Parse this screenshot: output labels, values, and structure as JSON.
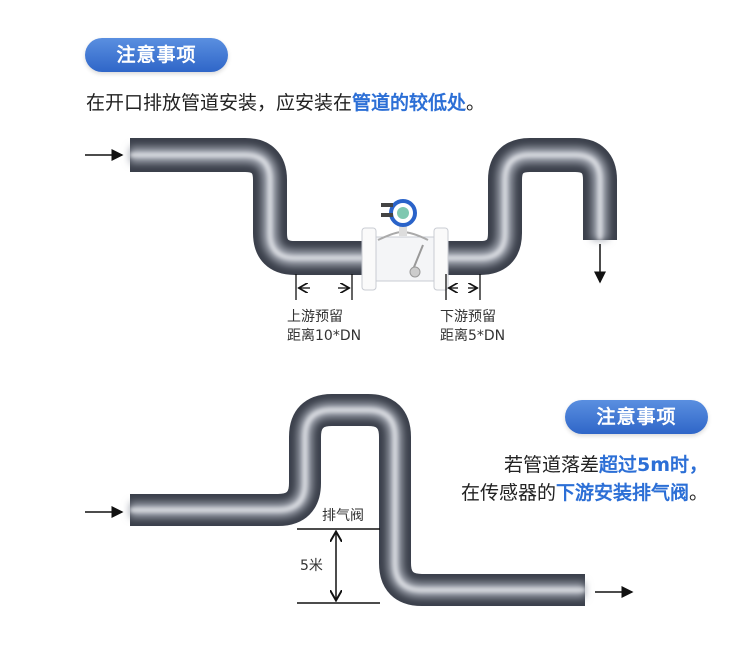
{
  "section1": {
    "badge": "注意事项",
    "text_prefix": "在开口排放管道安装，应安装在",
    "text_highlight": "管道的较低处",
    "text_suffix": "。",
    "upstream_line1": "上游预留",
    "upstream_line2": "距离10*DN",
    "downstream_line1": "下游预留",
    "downstream_line2": "距离5*DN"
  },
  "section2": {
    "badge": "注意事项",
    "line1_prefix": "若管道落差",
    "line1_highlight": "超过5m时，",
    "line2_prefix": "在传感器的",
    "line2_highlight": "下游安装排气阀",
    "line2_suffix": "。",
    "valve_label": "排气阀",
    "height_label": "5米"
  },
  "colors": {
    "accent": "#2c6fd6",
    "pipe_dark": "#3a3f4a",
    "pipe_light": "#c9ccd3"
  }
}
